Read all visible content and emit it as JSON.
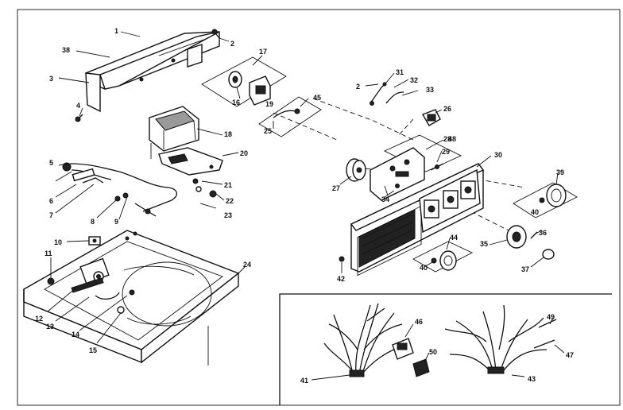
{
  "callouts": [
    {
      "id": "c1",
      "text": "1"
    },
    {
      "id": "c2a",
      "text": "2"
    },
    {
      "id": "c3",
      "text": "3"
    },
    {
      "id": "c4",
      "text": "4"
    },
    {
      "id": "c5",
      "text": "5"
    },
    {
      "id": "c6",
      "text": "6"
    },
    {
      "id": "c7",
      "text": "7"
    },
    {
      "id": "c8",
      "text": "8"
    },
    {
      "id": "c9",
      "text": "9"
    },
    {
      "id": "c10",
      "text": "10"
    },
    {
      "id": "c11",
      "text": "11"
    },
    {
      "id": "c12",
      "text": "12"
    },
    {
      "id": "c13",
      "text": "13"
    },
    {
      "id": "c14",
      "text": "14"
    },
    {
      "id": "c15",
      "text": "15"
    },
    {
      "id": "c16",
      "text": "16"
    },
    {
      "id": "c17",
      "text": "17"
    },
    {
      "id": "c18",
      "text": "18"
    },
    {
      "id": "c19",
      "text": "19"
    },
    {
      "id": "c20",
      "text": "20"
    },
    {
      "id": "c21",
      "text": "21"
    },
    {
      "id": "c22",
      "text": "22"
    },
    {
      "id": "c23",
      "text": "23"
    },
    {
      "id": "c24",
      "text": "24"
    },
    {
      "id": "c25",
      "text": "25"
    },
    {
      "id": "c26",
      "text": "26"
    },
    {
      "id": "c27",
      "text": "27"
    },
    {
      "id": "c28",
      "text": "28"
    },
    {
      "id": "c29",
      "text": "29"
    },
    {
      "id": "c30",
      "text": "30"
    },
    {
      "id": "c31",
      "text": "31"
    },
    {
      "id": "c2b",
      "text": "2"
    },
    {
      "id": "c32",
      "text": "32"
    },
    {
      "id": "c33",
      "text": "33"
    },
    {
      "id": "c34",
      "text": "34"
    },
    {
      "id": "c35",
      "text": "35"
    },
    {
      "id": "c36",
      "text": "36"
    },
    {
      "id": "c37",
      "text": "37"
    },
    {
      "id": "c38",
      "text": "38"
    },
    {
      "id": "c39",
      "text": "39"
    },
    {
      "id": "c40a",
      "text": "40"
    },
    {
      "id": "c40b",
      "text": "40"
    },
    {
      "id": "c41",
      "text": "41"
    },
    {
      "id": "c42",
      "text": "42"
    },
    {
      "id": "c43",
      "text": "43"
    },
    {
      "id": "c44",
      "text": "44"
    },
    {
      "id": "c45",
      "text": "45"
    },
    {
      "id": "c46",
      "text": "46"
    },
    {
      "id": "c47",
      "text": "47"
    },
    {
      "id": "c48",
      "text": "48"
    },
    {
      "id": "c49",
      "text": "49"
    },
    {
      "id": "c50",
      "text": "50"
    }
  ]
}
